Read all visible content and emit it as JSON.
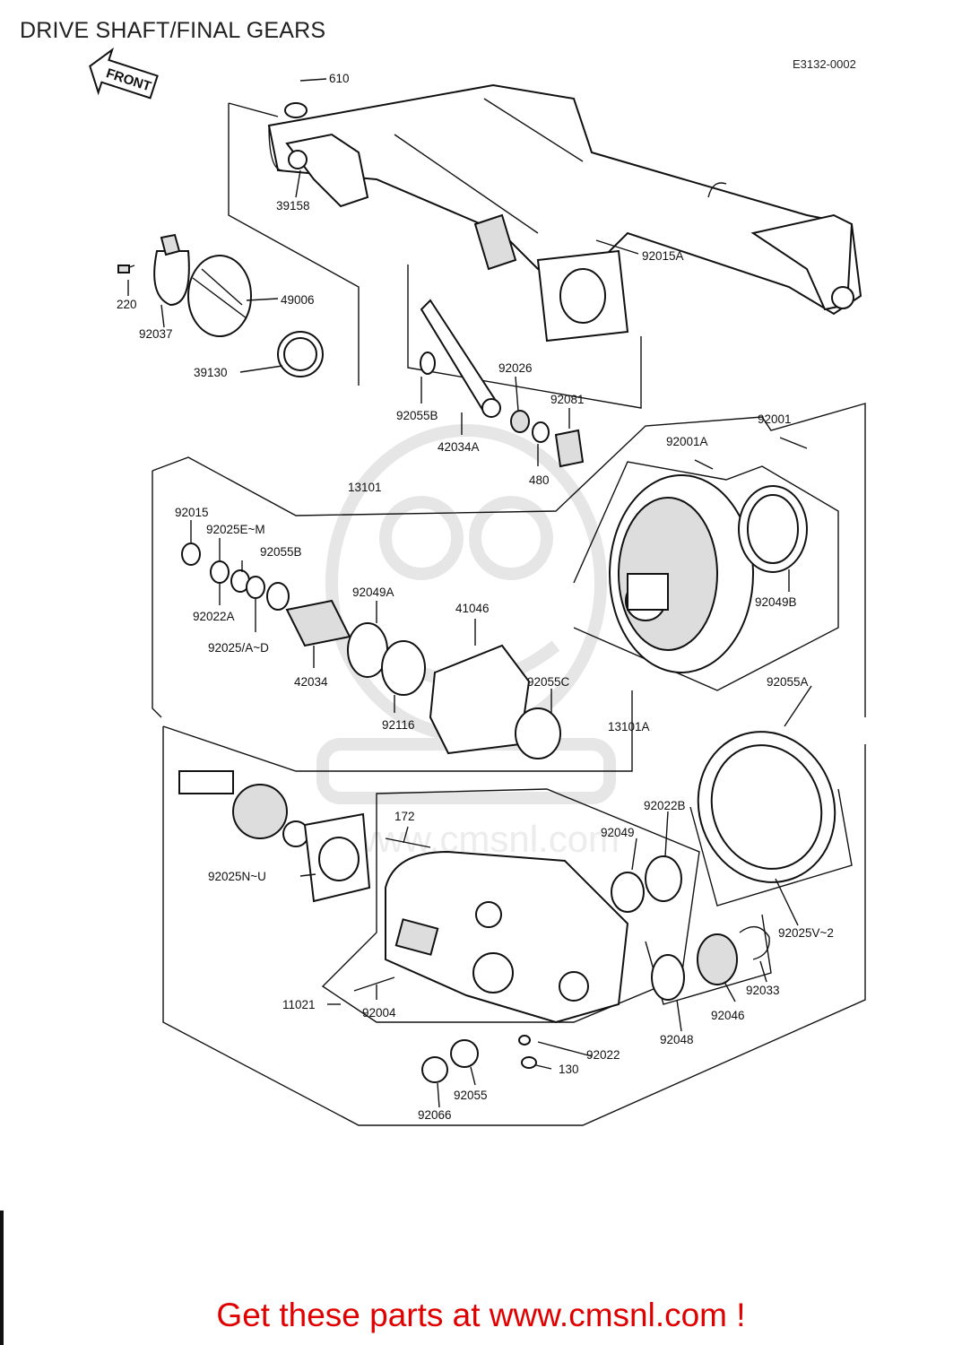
{
  "diagram": {
    "title": "DRIVE SHAFT/FINAL GEARS",
    "code": "E3132-0002",
    "front_arrow": "FRONT",
    "footer": "Get these parts at www.cmsnl.com !",
    "watermark": "www.cmsnl.com",
    "parts": [
      {
        "id": "p610",
        "label": "610"
      },
      {
        "id": "p39158",
        "label": "39158"
      },
      {
        "id": "p92015A",
        "label": "92015A"
      },
      {
        "id": "p220",
        "label": "220"
      },
      {
        "id": "p92037",
        "label": "92037"
      },
      {
        "id": "p49006",
        "label": "49006"
      },
      {
        "id": "p39130",
        "label": "39130"
      },
      {
        "id": "p92026",
        "label": "92026"
      },
      {
        "id": "p92081",
        "label": "92081"
      },
      {
        "id": "p92055B_top",
        "label": "92055B"
      },
      {
        "id": "p42034A",
        "label": "42034A"
      },
      {
        "id": "p480",
        "label": "480"
      },
      {
        "id": "p92001A",
        "label": "92001A"
      },
      {
        "id": "p92001",
        "label": "92001"
      },
      {
        "id": "p13101",
        "label": "13101"
      },
      {
        "id": "p92015",
        "label": "92015"
      },
      {
        "id": "p92025EM",
        "label": "92025E~M"
      },
      {
        "id": "p92055B",
        "label": "92055B"
      },
      {
        "id": "p92049A",
        "label": "92049A"
      },
      {
        "id": "p41046",
        "label": "41046"
      },
      {
        "id": "p92022A",
        "label": "92022A"
      },
      {
        "id": "p92025AD",
        "label": "92025/A~D"
      },
      {
        "id": "p42034",
        "label": "42034"
      },
      {
        "id": "p92116",
        "label": "92116"
      },
      {
        "id": "p92055C",
        "label": "92055C"
      },
      {
        "id": "p13101A",
        "label": "13101A"
      },
      {
        "id": "p92049B",
        "label": "92049B"
      },
      {
        "id": "p92055A",
        "label": "92055A"
      },
      {
        "id": "p172",
        "label": "172"
      },
      {
        "id": "p92049",
        "label": "92049"
      },
      {
        "id": "p92022B",
        "label": "92022B"
      },
      {
        "id": "p92025NU",
        "label": "92025N~U"
      },
      {
        "id": "p92025V2",
        "label": "92025V~2"
      },
      {
        "id": "p11021",
        "label": "11021"
      },
      {
        "id": "p92004",
        "label": "92004"
      },
      {
        "id": "p92033",
        "label": "92033"
      },
      {
        "id": "p92046",
        "label": "92046"
      },
      {
        "id": "p92048",
        "label": "92048"
      },
      {
        "id": "p92022",
        "label": "92022"
      },
      {
        "id": "p130",
        "label": "130"
      },
      {
        "id": "p92055",
        "label": "92055"
      },
      {
        "id": "p92066",
        "label": "92066"
      }
    ]
  }
}
